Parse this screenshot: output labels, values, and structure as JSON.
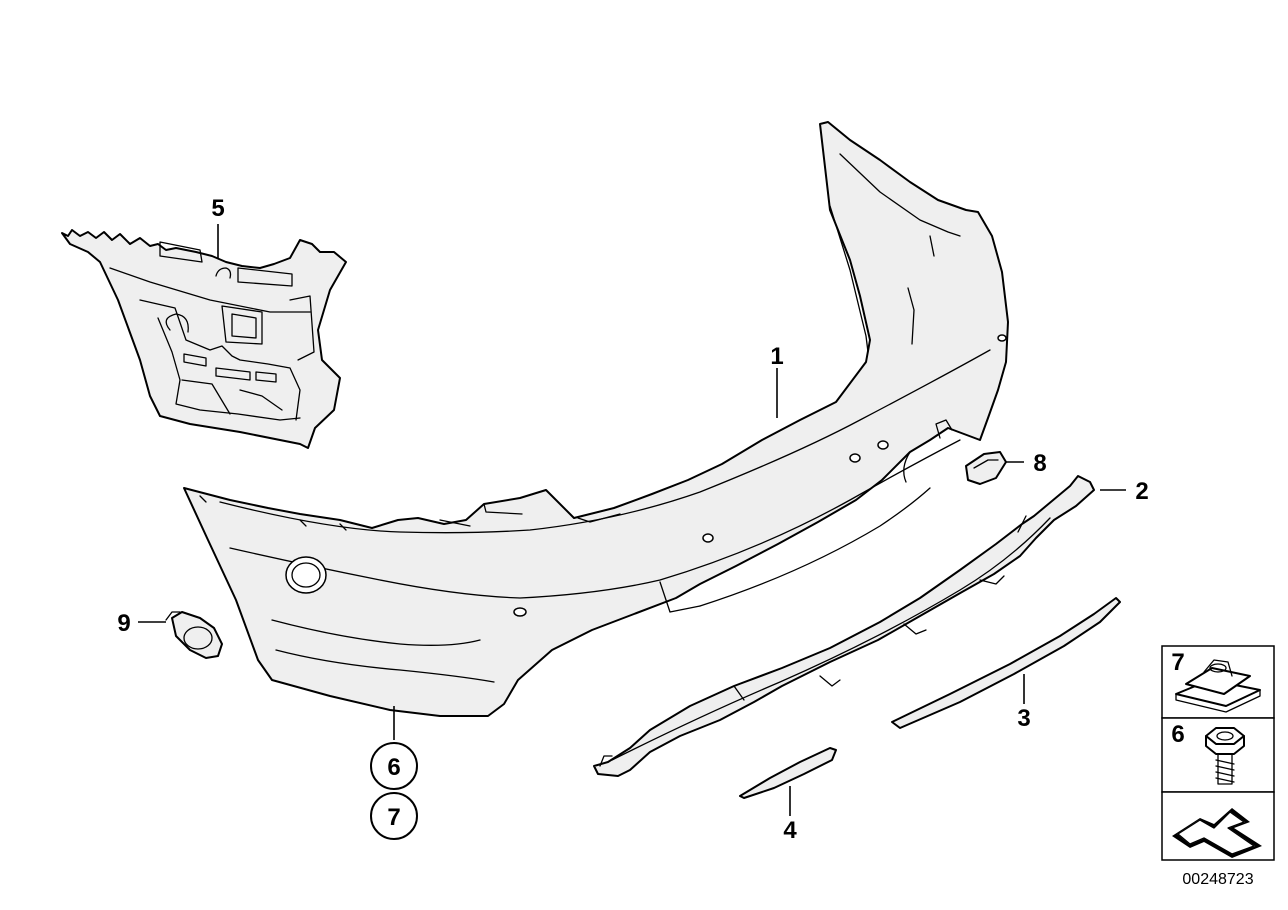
{
  "callouts": {
    "c1": "1",
    "c2": "2",
    "c3": "3",
    "c4": "4",
    "c5": "5",
    "c6": "6",
    "c7": "7",
    "c8": "8",
    "c9": "9"
  },
  "legend": {
    "item_7": "7",
    "item_6": "6"
  },
  "reference_number": "00248723"
}
